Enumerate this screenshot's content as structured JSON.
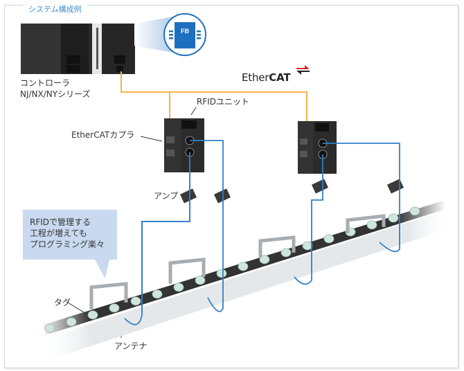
{
  "title": "システム構成例",
  "controller": {
    "label_line1": "コントローラ",
    "label_line2": "NJ/NX/NYシリーズ"
  },
  "fb_badge": "FB",
  "ethercat_logo": {
    "prefix": "Ether",
    "bold": "CAT"
  },
  "labels": {
    "rfid_unit": "RFIDユニット",
    "ethercat_coupler": "EtherCATカプラ",
    "amp": "アンプ",
    "tag": "タグ",
    "antenna": "アンテナ"
  },
  "callout": {
    "line1": "RFIDで管理する",
    "line2": "工程が増えても",
    "line3": "プログラミング楽々"
  },
  "colors": {
    "ethercat_cable": "#f5b14a",
    "antenna_cable": "#2f7fc8",
    "title": "#3d8fd1",
    "callout_bg": "#c9d9ef",
    "fb_blue": "#1f6fc0",
    "ethercat_red": "#e02020"
  }
}
